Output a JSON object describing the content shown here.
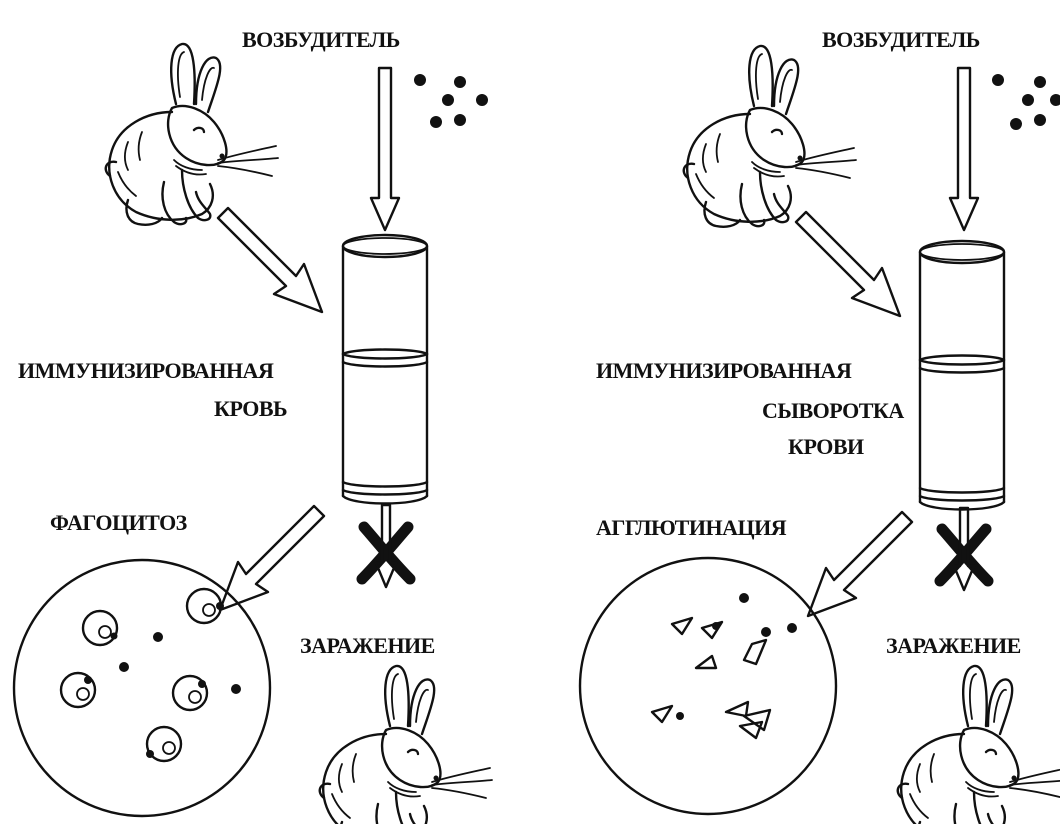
{
  "left_panel": {
    "pathogen_label": "ВОЗБУДИТЕЛЬ",
    "immunized_label_line1": "ИММУНИЗИРОВАННАЯ",
    "immunized_label_line2": "КРОВЬ",
    "process_label": "ФАГОЦИТОЗ",
    "infection_label": "ЗАРАЖЕНИЕ"
  },
  "right_panel": {
    "pathogen_label": "ВОЗБУДИТЕЛЬ",
    "immunized_label_line1": "ИММУНИЗИРОВАННАЯ",
    "immunized_label_line2": "СЫВОРОТКА",
    "immunized_label_line3": "КРОВИ",
    "process_label": "АГГЛЮТИНАЦИЯ",
    "infection_label": "ЗАРАЖЕНИЕ"
  }
}
